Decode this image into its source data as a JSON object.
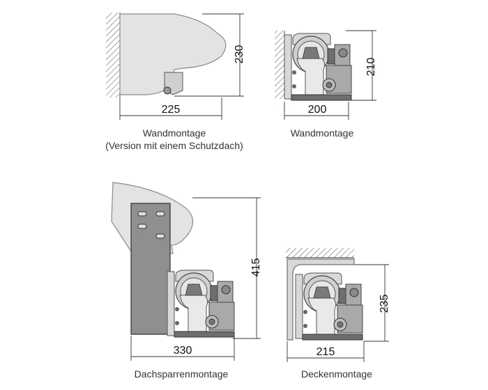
{
  "figures": {
    "wall_hood": {
      "dim_height": "230",
      "dim_width": "225",
      "caption_line1": "Wandmontage",
      "caption_line2": "(Version mit einem Schutzdach)"
    },
    "wall": {
      "dim_height": "210",
      "dim_width": "200",
      "caption": "Wandmontage"
    },
    "rafter": {
      "dim_height": "415",
      "dim_width": "330",
      "caption": "Dachsparrenmontage"
    },
    "ceiling": {
      "dim_height": "235",
      "dim_width": "215",
      "caption": "Deckenmontage"
    }
  }
}
